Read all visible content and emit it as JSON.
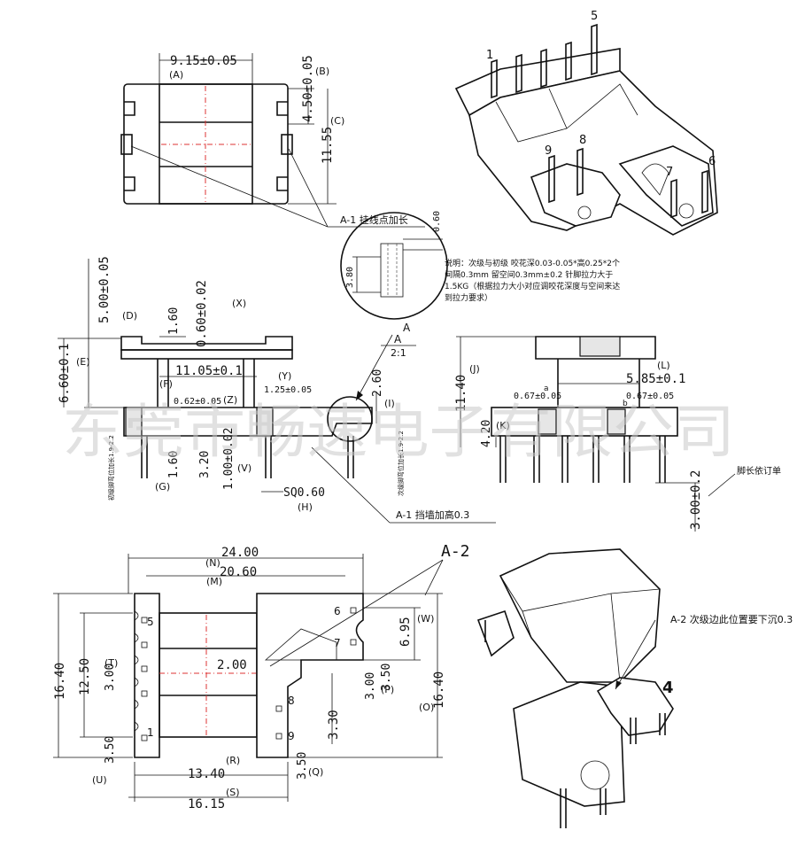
{
  "top_view": {
    "dim_a": "9.15±0.05",
    "label_a": "(A)",
    "dim_b": "4.50±0.05",
    "label_b": "(B)",
    "dim_c": "11.55",
    "label_c": "(C)",
    "note": "A-1 挂线点加长"
  },
  "iso_top": {
    "pins": [
      "1",
      "5",
      "9",
      "8",
      "7",
      "6"
    ]
  },
  "detail": {
    "dim_060": "0.60",
    "dim_380": "3.80",
    "note_lines": [
      "说明：次级与初级 咬花深0.03-0.05*高0.25*2个",
      "间隔0.3mm 留空间0.3mm±0.2 针脚拉力大于",
      "1.5KG（根据拉力大小对应调咬花深度与空间来达",
      "到拉力要求）"
    ],
    "section_a": "A",
    "section_scale": "2:1"
  },
  "side_view": {
    "d_500": "5.00±0.05",
    "l_d": "(D)",
    "d_160a": "1.60",
    "d_060": "0.60±0.02",
    "l_x": "(X)",
    "d_660": "6.60±0.1",
    "l_e": "(E)",
    "d_1105": "11.05±0.1",
    "l_f": "(F)",
    "d_125": "1.25±0.05",
    "l_y": "(Y)",
    "d_062": "0.62±0.05",
    "l_z": "(Z)",
    "d_260": "2.60",
    "l_i": "(I)",
    "d_160b": "1.60",
    "l_g": "(G)",
    "d_320": "3.20",
    "d_100": "1.00±0.02",
    "l_v": "(V)",
    "sq": "SQ0.60",
    "l_h": "(H)",
    "vt1": "初级脚弯位加长1.9-2.2",
    "vt2": "次级脚弯位加长1.9-2.2",
    "note": "A-1 挡墙加高0.3"
  },
  "front_view": {
    "d_1140": "11.40",
    "l_j": "(J)",
    "d_585": "5.85±0.1",
    "l_l": "(L)",
    "d_067a": "0.67±0.05",
    "d_067b": "0.67±0.05",
    "mark_a": "a",
    "mark_b": "b",
    "d_420": "4.20",
    "l_k": "(K)",
    "d_300": "3.00±0.2",
    "note": "脚长依订单"
  },
  "bottom_view": {
    "d_2400": "24.00",
    "l_n": "(N)",
    "d_2060": "20.60",
    "l_m": "(M)",
    "a2": "A-2",
    "d_1640l": "16.40",
    "d_1250": "12.50",
    "l_t": "(T)",
    "d_300t": "3.00",
    "d_350u": "3.50",
    "l_u": "(U)",
    "d_200": "2.00",
    "d_695": "6.95",
    "l_w": "(W)",
    "d_350p": "3.50",
    "d_300p": "3.00",
    "l_p": "(P)",
    "d_1640r": "16.40",
    "l_o": "(O)",
    "d_330": "3.30",
    "d_350q": "3.50",
    "l_q": "(Q)",
    "d_1340": "13.40",
    "l_r": "(R)",
    "d_1615": "16.15",
    "l_s": "(S)",
    "pins": [
      "5",
      "1",
      "6",
      "7",
      "8",
      "9"
    ]
  },
  "iso_bottom": {
    "note": "A-2 次级边此位置要下沉0.3",
    "mark": "4"
  },
  "watermark": "东莞市畅速电子有限公司"
}
